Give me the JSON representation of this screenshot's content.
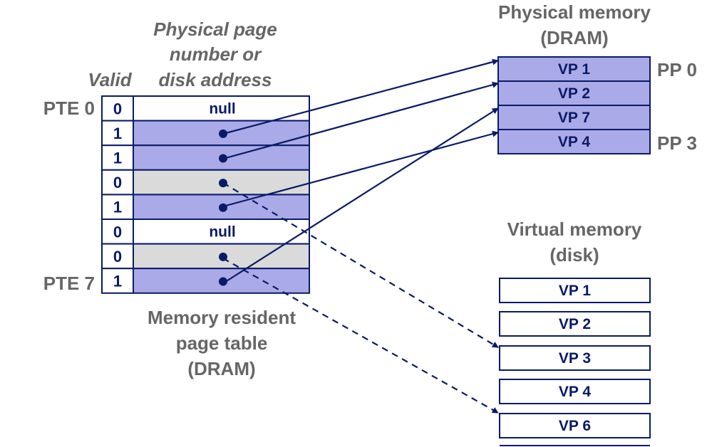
{
  "colors": {
    "resident": "#aaaae8",
    "on_disk": "#dadada",
    "null_row": "#ffffff",
    "border": "#0a1a66",
    "arrow": "#0a1a66",
    "label": "#666666"
  },
  "page_table": {
    "header_valid": "Valid",
    "header_address": [
      "Physical page",
      "number or",
      "disk address"
    ],
    "caption": [
      "Memory resident",
      "page table",
      "(DRAM)"
    ],
    "pte_first_label": "PTE 0",
    "pte_last_label": "PTE 7",
    "rows": [
      {
        "valid": "0",
        "addr": "null",
        "state": "null"
      },
      {
        "valid": "1",
        "addr": "",
        "state": "resident"
      },
      {
        "valid": "1",
        "addr": "",
        "state": "resident"
      },
      {
        "valid": "0",
        "addr": "",
        "state": "disk"
      },
      {
        "valid": "1",
        "addr": "",
        "state": "resident"
      },
      {
        "valid": "0",
        "addr": "null",
        "state": "null"
      },
      {
        "valid": "0",
        "addr": "",
        "state": "disk"
      },
      {
        "valid": "1",
        "addr": "",
        "state": "resident"
      }
    ]
  },
  "physical_memory": {
    "title": [
      "Physical memory",
      "(DRAM)"
    ],
    "pp_first_label": "PP 0",
    "pp_last_label": "PP 3",
    "pages": [
      "VP 1",
      "VP 2",
      "VP 7",
      "VP 4"
    ]
  },
  "virtual_memory": {
    "title": [
      "Virtual memory",
      "(disk)"
    ],
    "pages": [
      "VP 1",
      "VP 2",
      "VP 3",
      "VP 4",
      "VP 6"
    ]
  }
}
